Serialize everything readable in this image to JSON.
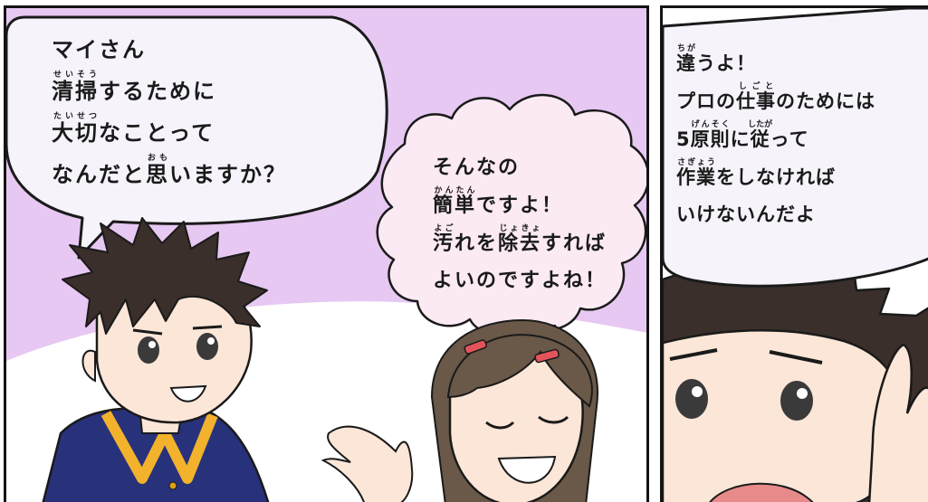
{
  "colors": {
    "panel_left_background": "#e7c8f2",
    "balloon_fill": "#f6f3fb",
    "cloud_fill": "#fbeaf3",
    "ink": "#1a1a1a",
    "boy_hair": "#3a2f2a",
    "boy_shirt": "#27327a",
    "boy_collar": "#f2b22c",
    "girl_hair": "#6a5848",
    "girl_hairclip": "#e2545a",
    "skin": "#fbe6d8"
  },
  "panel_left": {
    "speech_balloon": {
      "speaker": "boy",
      "lines": [
        [
          {
            "t": "マイさん"
          }
        ],
        [
          {
            "t": "清掃",
            "r": "せいそう"
          },
          {
            "t": "するために"
          }
        ],
        [
          {
            "t": "大切",
            "r": "たいせつ"
          },
          {
            "t": "なことって"
          }
        ],
        [
          {
            "t": "なんだと"
          },
          {
            "t": "思",
            "r": "おも"
          },
          {
            "t": "いますか？"
          }
        ]
      ]
    },
    "thought_cloud": {
      "speaker": "girl",
      "lines": [
        [
          {
            "t": "そんなの"
          }
        ],
        [
          {
            "t": "簡単",
            "r": "かんたん"
          },
          {
            "t": "ですよ！"
          }
        ],
        [
          {
            "t": "汚",
            "r": "よご"
          },
          {
            "t": "れを"
          },
          {
            "t": "除去",
            "r": "じょきょ"
          },
          {
            "t": "すれば"
          }
        ],
        [
          {
            "t": "よいのですよね！"
          }
        ]
      ]
    }
  },
  "panel_right": {
    "speech_balloon": {
      "speaker": "boy",
      "lines": [
        [
          {
            "t": "違",
            "r": "ちが"
          },
          {
            "t": "うよ！"
          }
        ],
        [
          {
            "t": "プロの"
          },
          {
            "t": "仕事",
            "r": "しごと"
          },
          {
            "t": "のためには"
          }
        ],
        [
          {
            "t": "5"
          },
          {
            "t": "原則",
            "r": "げんそく"
          },
          {
            "t": "に"
          },
          {
            "t": "従",
            "r": "したが"
          },
          {
            "t": "って"
          }
        ],
        [
          {
            "t": "作業",
            "r": "さぎょう"
          },
          {
            "t": "をしなければ"
          }
        ],
        [
          {
            "t": "いけないんだよ"
          }
        ]
      ]
    }
  }
}
